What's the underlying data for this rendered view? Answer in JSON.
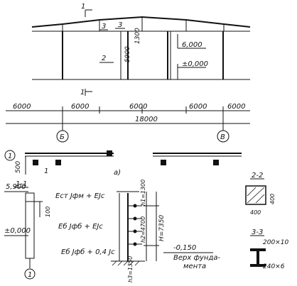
{
  "section_frame": {
    "marker_1": "1",
    "marker_2": "2",
    "marker_3a": "3",
    "marker_3b": "3",
    "dim_1300": "1300",
    "dim_5900": "5900",
    "elev_6000": "6,000",
    "elev_0000": "±0,000",
    "spans": [
      "6000",
      "6000",
      "6000",
      "6000",
      "6000"
    ],
    "total_span": "18000",
    "axis_b": "Б",
    "axis_v": "В"
  },
  "plan_strip": {
    "axis_1": "1",
    "dim_500": "500",
    "label_a": "а)"
  },
  "section_1_1": {
    "title": "1-1",
    "elev_5900": "5,900",
    "dim_100": "100",
    "elev_0000": "±0,000",
    "axis_1": "1"
  },
  "formulas": {
    "f1": "Eст Jфм + EJc",
    "f2": "Eб Jфб + EJc",
    "f3": "Eб Jфб + 0,4 Jc"
  },
  "column_scheme": {
    "h1": "h1=1300",
    "h2": "h2=4700",
    "h3": "h3=1350",
    "H": "H=7350",
    "elev_m0150": "-0,150",
    "note": "Верх фунда-",
    "note2": "мента"
  },
  "section_2_2": {
    "title": "2-2",
    "dim_400a": "400",
    "dim_400b": "400"
  },
  "section_3_3": {
    "title": "3-3",
    "dim_200x10": "200×10",
    "dim_240x6": "240×6"
  }
}
